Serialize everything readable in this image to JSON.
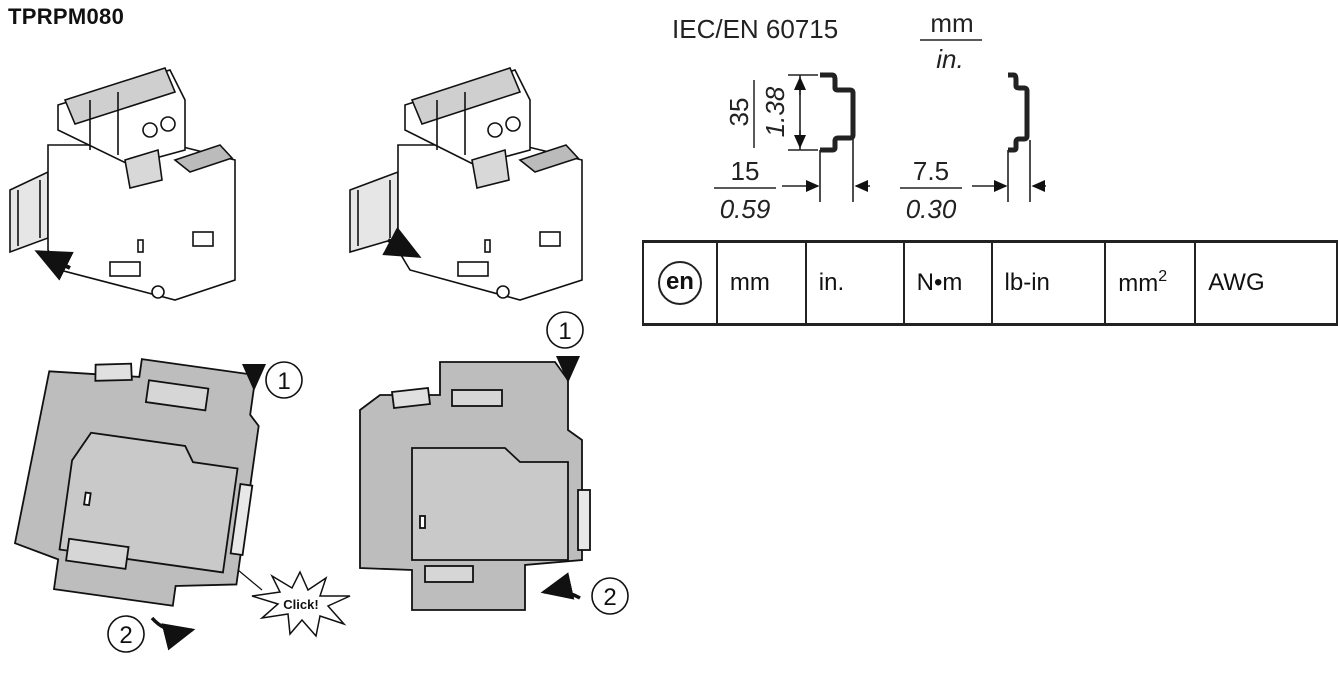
{
  "title": "TPRPM080",
  "standard": "IEC/EN 60715",
  "units_header": {
    "top": "mm",
    "bottom": "in."
  },
  "rail_dimensions": {
    "height_mm": "35",
    "height_in": "1.38",
    "rail1_width_mm": "15",
    "rail1_width_in": "0.59",
    "rail2_width_mm": "7.5",
    "rail2_width_in": "0.30"
  },
  "callouts": {
    "step1": "1",
    "step2": "2",
    "click": "Click!"
  },
  "units_table": {
    "language": "en",
    "columns": [
      "mm",
      "in.",
      "N•m",
      "lb-in",
      "mm",
      "AWG"
    ],
    "superscript": "2"
  }
}
